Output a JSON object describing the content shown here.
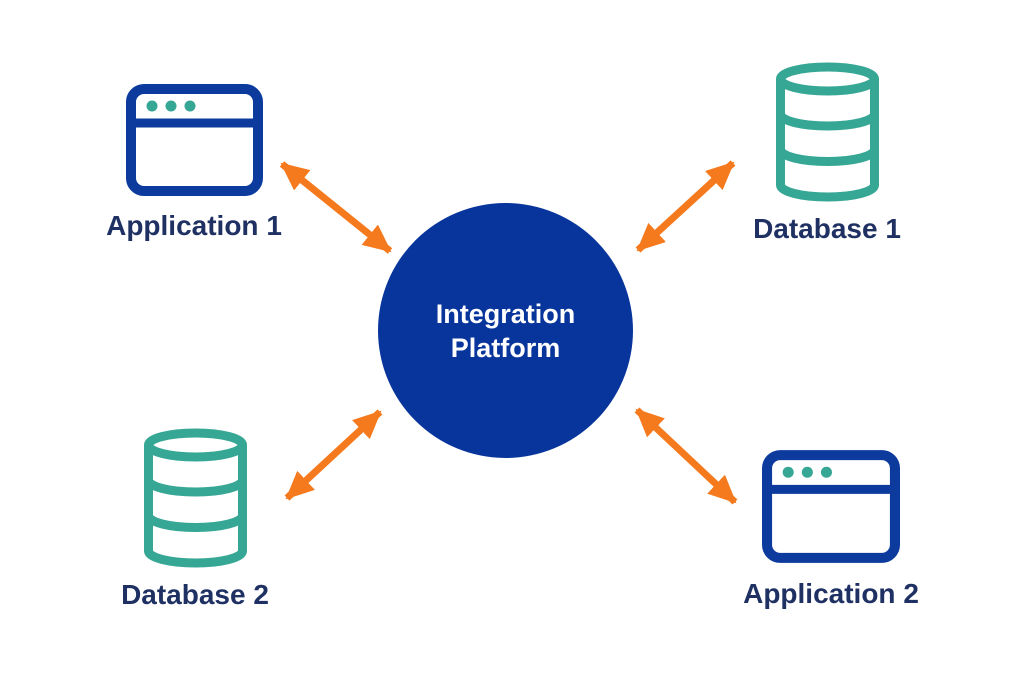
{
  "diagram": {
    "type": "hub-and-spoke-integration-diagram",
    "hub": {
      "label": "Integration Platform",
      "lines": [
        "Integration",
        "Platform"
      ]
    },
    "nodes": [
      {
        "id": "application-1",
        "label": "Application 1",
        "icon": "browser-window-icon",
        "position": "top-left"
      },
      {
        "id": "database-1",
        "label": "Database 1",
        "icon": "database-icon",
        "position": "top-right"
      },
      {
        "id": "database-2",
        "label": "Database 2",
        "icon": "database-icon",
        "position": "bottom-left"
      },
      {
        "id": "application-2",
        "label": "Application 2",
        "icon": "browser-window-icon",
        "position": "bottom-right"
      }
    ],
    "edges": [
      {
        "from": "integration-platform",
        "to": "application-1",
        "bidirectional": true
      },
      {
        "from": "integration-platform",
        "to": "database-1",
        "bidirectional": true
      },
      {
        "from": "integration-platform",
        "to": "database-2",
        "bidirectional": true
      },
      {
        "from": "integration-platform",
        "to": "application-2",
        "bidirectional": true
      }
    ]
  },
  "colors": {
    "hub_blue": "#08359B",
    "icon_blue": "#0D3A9D",
    "teal": "#35A794",
    "arrow_orange": "#F5791D",
    "label_navy": "#1F3163",
    "background": "#FFFFFF"
  }
}
